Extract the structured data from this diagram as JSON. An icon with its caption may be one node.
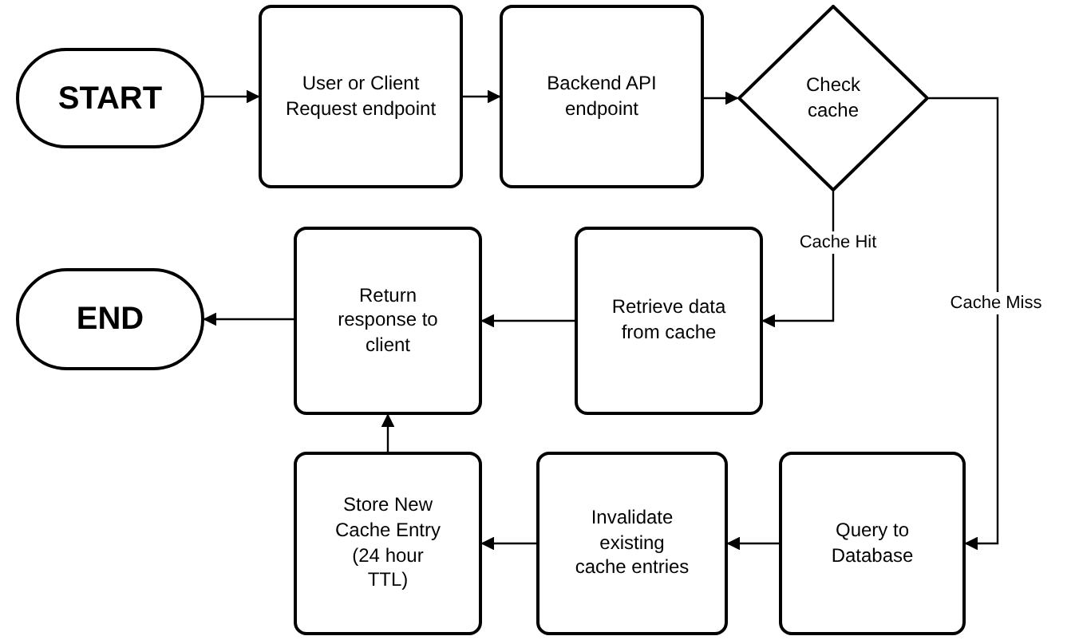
{
  "diagram": {
    "nodes": [
      {
        "text": [
          "START"
        ]
      },
      {
        "text": [
          "User or Client Request endpoint"
        ]
      },
      {
        "text": [
          "Backend API endpoint"
        ]
      },
      {
        "text": [
          "Check cache"
        ]
      },
      {
        "text": [
          "END"
        ]
      },
      {
        "text": [
          "Return response to client"
        ]
      },
      {
        "text": [
          "Retrieve data from cache"
        ]
      },
      {
        "text": [
          "Store New Cache Entry (24 hour TTL)"
        ]
      },
      {
        "text": [
          "Invalidate existing cache entries"
        ]
      },
      {
        "text": [
          "Query to Database"
        ]
      }
    ],
    "edges": [
      {
        "from": 0,
        "to": 1,
        "arrow": "to"
      },
      {
        "from": 1,
        "to": 2,
        "arrow": "to"
      },
      {
        "from": 2,
        "to": 3,
        "arrow": "to"
      },
      {
        "from": 3,
        "to": 6,
        "arrow": "to",
        "label": "Cache Hit"
      },
      {
        "from": 3,
        "to": 9,
        "arrow": "to",
        "label": "Cache Miss"
      },
      {
        "from": 6,
        "to": 5,
        "arrow": "to"
      },
      {
        "from": 5,
        "to": 4,
        "arrow": "to"
      },
      {
        "from": 9,
        "to": 8,
        "arrow": "to"
      },
      {
        "from": 8,
        "to": 7,
        "arrow": "to"
      },
      {
        "from": 7,
        "to": 5,
        "arrow": "to"
      }
    ]
  }
}
